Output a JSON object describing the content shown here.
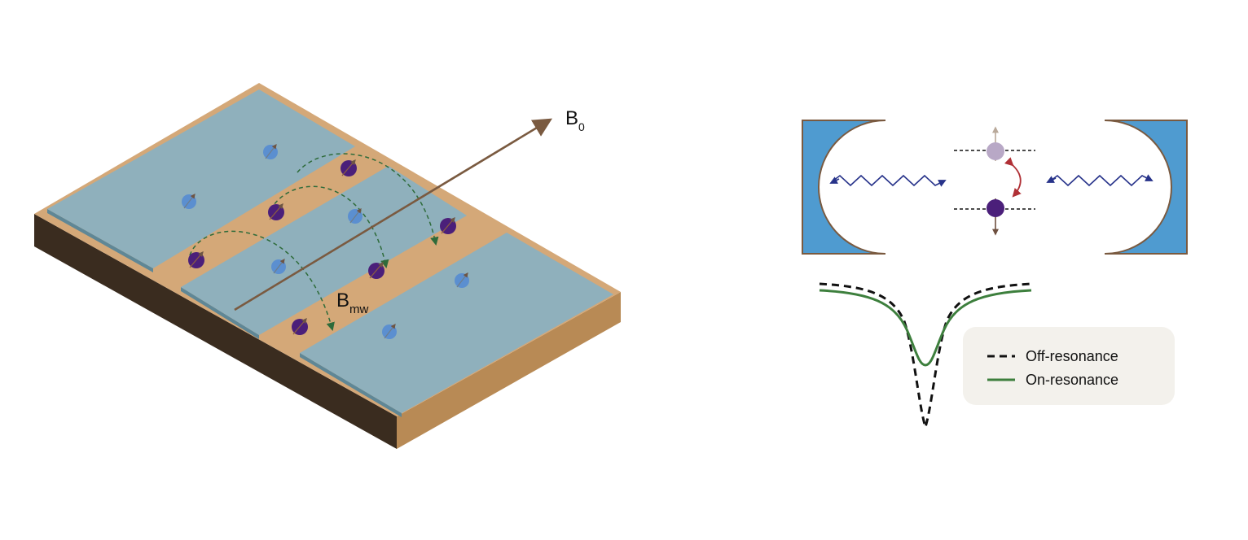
{
  "labels": {
    "b0": "B",
    "b0_sub": "0",
    "bmw": "B",
    "bmw_sub": "mw"
  },
  "legend": {
    "items": [
      {
        "label": "Off-resonance",
        "style": "dashed",
        "color": "#111111"
      },
      {
        "label": "On-resonance",
        "style": "solid",
        "color": "#3d7f3d"
      }
    ]
  },
  "colors": {
    "substrate_top": "#d4a878",
    "substrate_front": "#3a2c1f",
    "substrate_side": "#c39560",
    "plate": "#8fb0bc",
    "plate_edge": "#5f8796",
    "spin_light": "#5b8fd0",
    "spin_dark": "#4b1f7a",
    "field_arrow": "#7a5a40",
    "mw_arc": "#2e6b3a",
    "mirror_fill": "#4f9bd0",
    "mirror_edge": "#7a5a40",
    "photon": "#27338a",
    "transition_arrow": "#b03036",
    "legend_bg": "#f3f1ec"
  }
}
